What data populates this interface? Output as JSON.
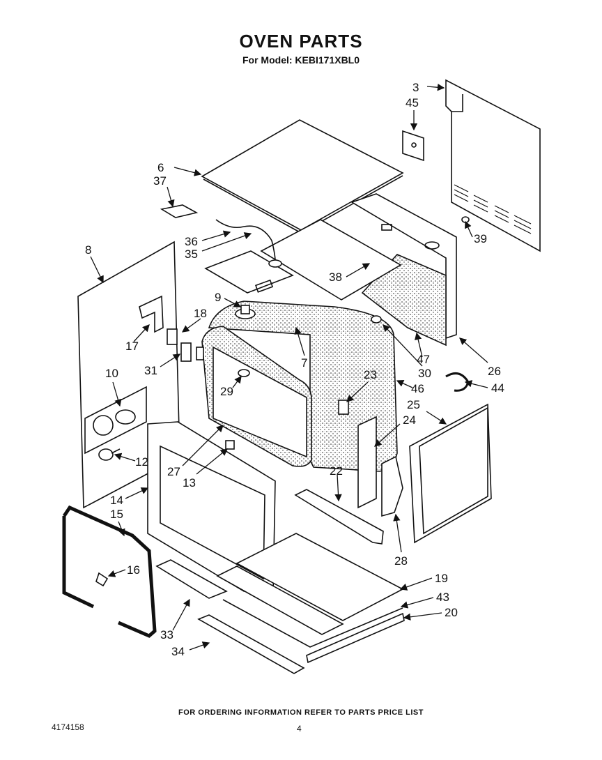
{
  "title": "OVEN PARTS",
  "subtitle": "For Model: KEBI171XBL0",
  "footer_note": "FOR ORDERING INFORMATION REFER TO PARTS PRICE LIST",
  "document_number": "4174158",
  "page_number": "4",
  "part_callouts": [
    "3",
    "45",
    "6",
    "37",
    "39",
    "36",
    "35",
    "8",
    "38",
    "9",
    "18",
    "7",
    "17",
    "31",
    "47",
    "30",
    "26",
    "10",
    "29",
    "23",
    "46",
    "44",
    "25",
    "24",
    "27",
    "12",
    "13",
    "22",
    "14",
    "15",
    "28",
    "16",
    "19",
    "43",
    "20",
    "33",
    "34"
  ]
}
